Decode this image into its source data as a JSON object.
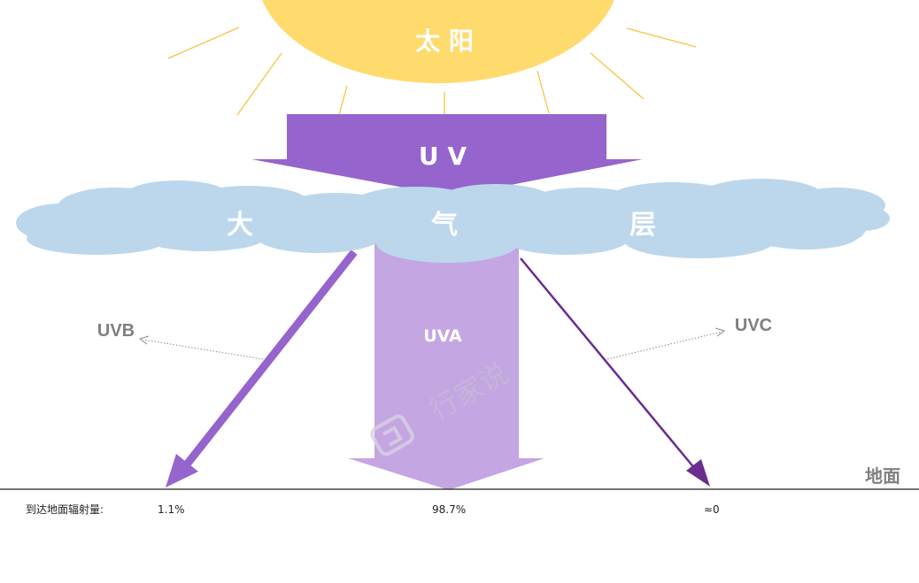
{
  "sun": {
    "label": "太 阳",
    "color": "#FFDB6E",
    "ray_color": "#F5C542"
  },
  "uv": {
    "label": "U V",
    "color": "#9564CC"
  },
  "atmosphere": {
    "labels": [
      "大",
      "气",
      "层"
    ],
    "color": "#BCD7EC"
  },
  "rays": {
    "uva": {
      "label": "UVA",
      "color": "#C4A6E2"
    },
    "uvb": {
      "label": "UVB",
      "color": "#9564CC"
    },
    "uvc": {
      "label": "UVC",
      "color": "#6B2D8E"
    }
  },
  "ground": {
    "label": "地面"
  },
  "reach": {
    "row_label": "到达地面辐射量:",
    "uvb": "1.1%",
    "uva": "98.7%",
    "uvc": "≈0"
  },
  "watermark": {
    "text": "行家说"
  }
}
